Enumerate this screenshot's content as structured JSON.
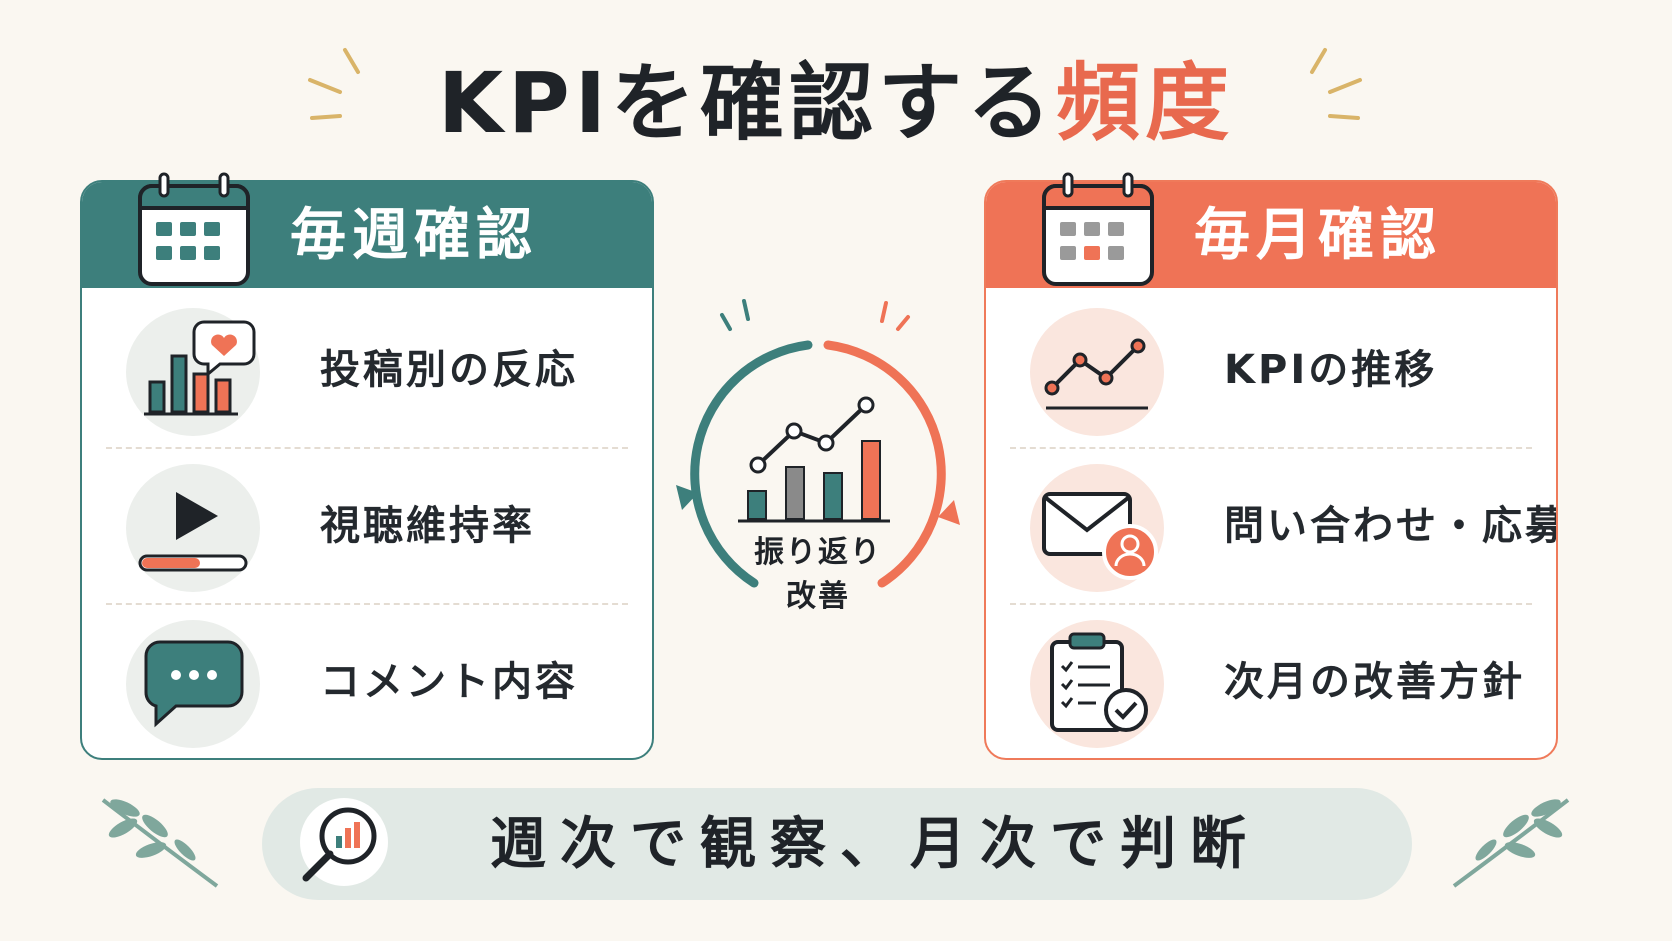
{
  "title": {
    "main": "KPIを確認する",
    "accent": "頻度"
  },
  "weekly": {
    "title": "毎週確認",
    "items": [
      {
        "label": "投稿別の反応",
        "icon": "bar-chart-heart-icon"
      },
      {
        "label": "視聴維持率",
        "icon": "play-progress-icon"
      },
      {
        "label": "コメント内容",
        "icon": "speech-bubble-icon"
      }
    ]
  },
  "monthly": {
    "title": "毎月確認",
    "items": [
      {
        "label": "KPIの推移",
        "icon": "line-chart-icon"
      },
      {
        "label": "問い合わせ・応募",
        "icon": "mail-user-icon"
      },
      {
        "label": "次月の改善方針",
        "icon": "clipboard-check-icon"
      }
    ]
  },
  "cycle": {
    "line1": "振り返り",
    "line2": "改善"
  },
  "banner": {
    "text": "週次で観察、月次で判断"
  },
  "colors": {
    "teal": "#3d7f7c",
    "coral": "#ef7356",
    "ink": "#1f2328",
    "background": "#faf7f1"
  }
}
